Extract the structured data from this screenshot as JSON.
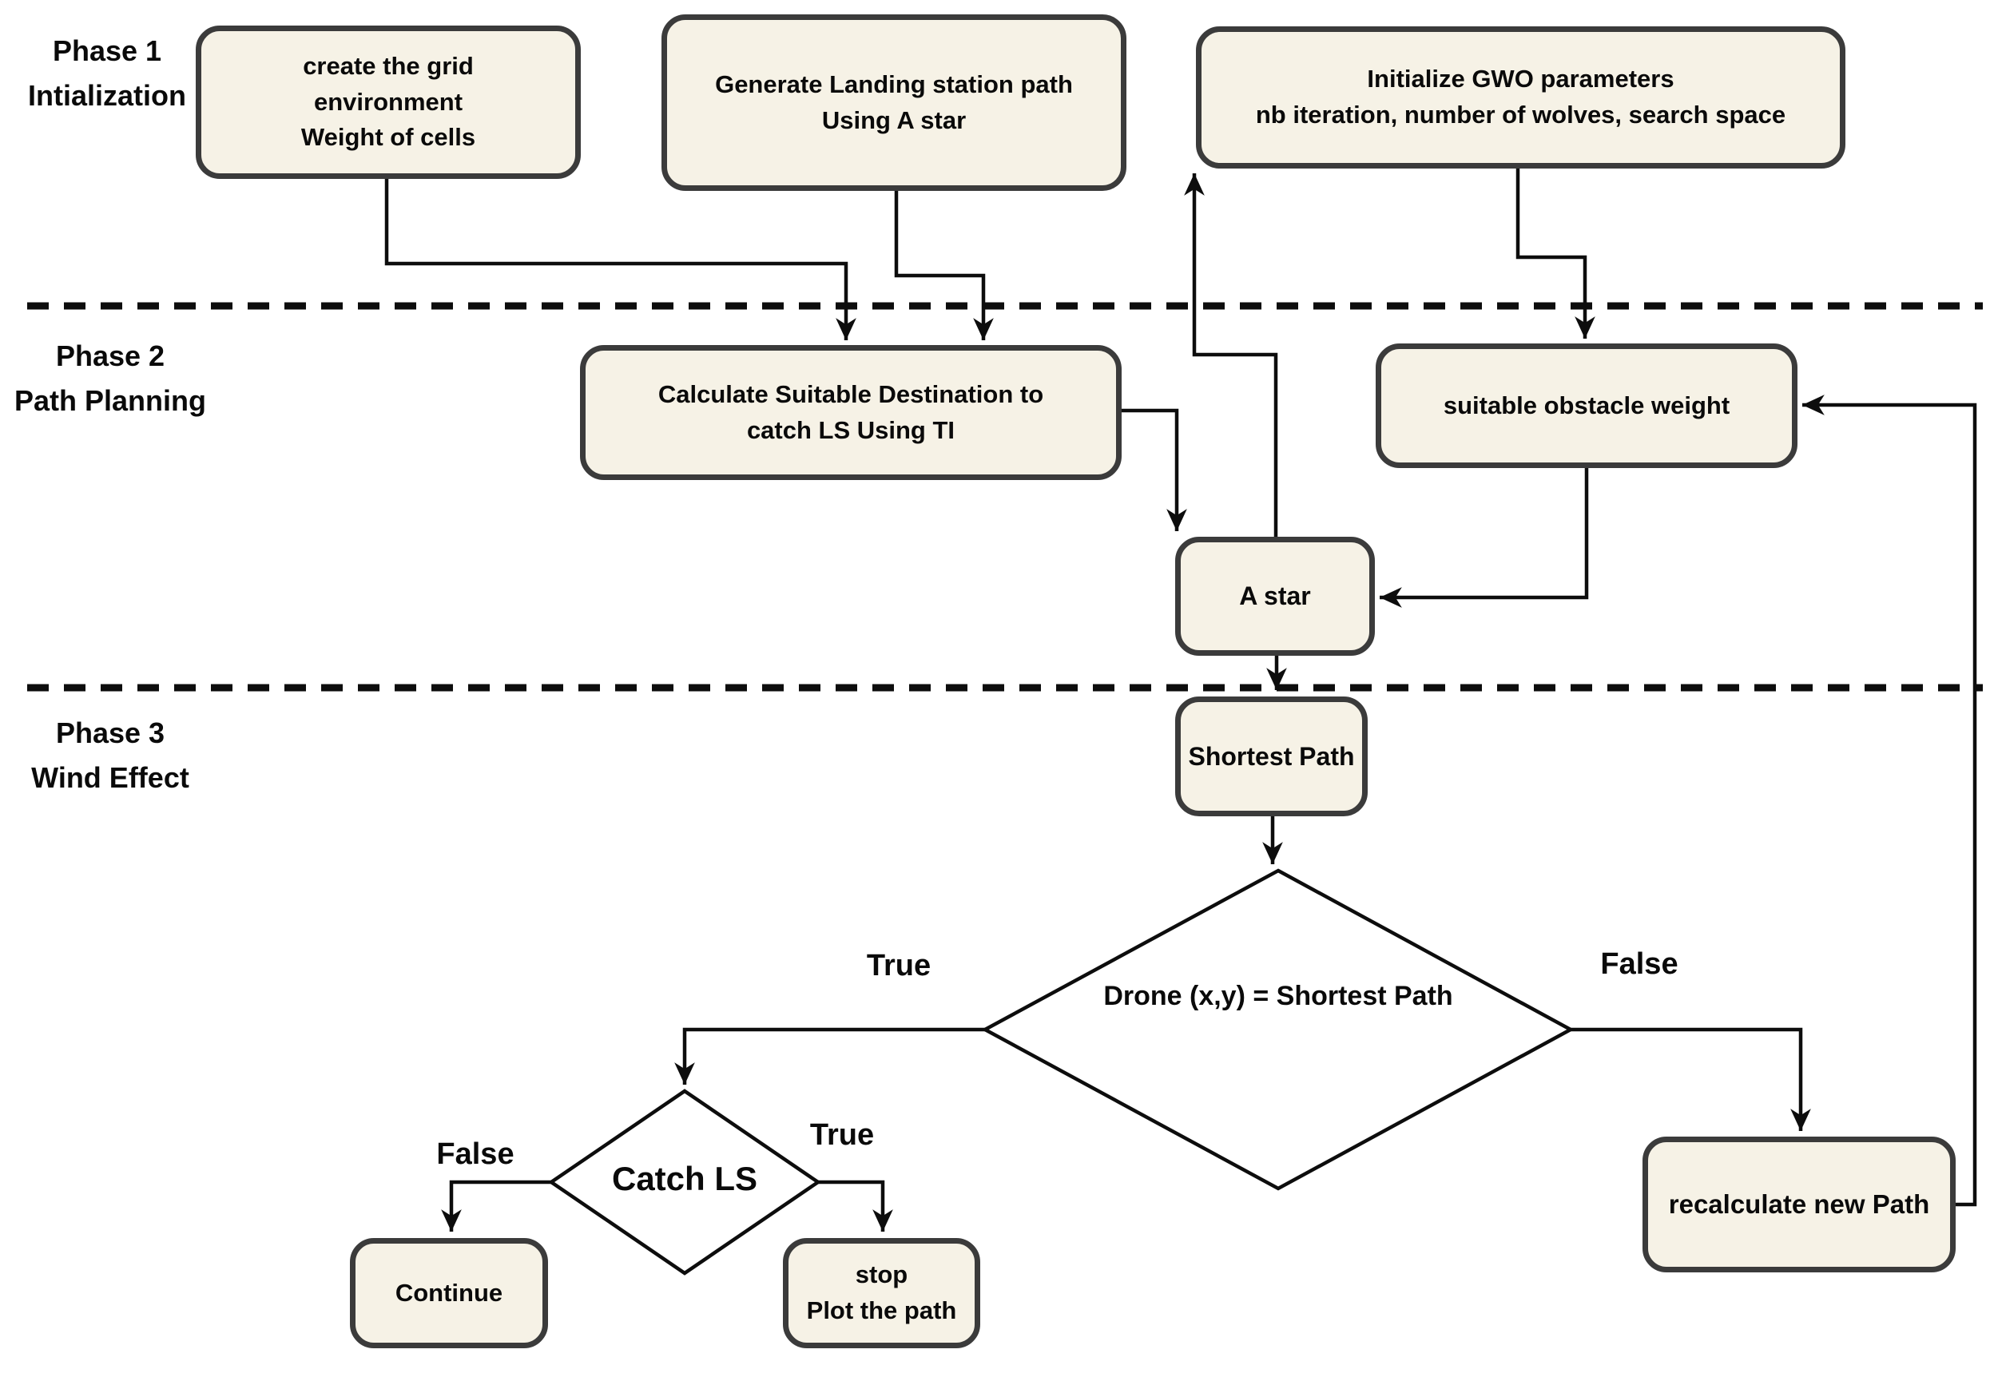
{
  "phases": [
    {
      "line1": "Phase 1",
      "line2": "Intialization"
    },
    {
      "line1": "Phase 2",
      "line2": "Path Planning"
    },
    {
      "line1": "Phase 3",
      "line2": "Wind Effect"
    }
  ],
  "nodes": {
    "create_grid": {
      "lines": [
        "create the grid",
        "environment",
        "Weight of cells"
      ]
    },
    "generate_ls_path": {
      "lines": [
        "Generate Landing station path",
        "Using A star"
      ]
    },
    "init_gwo": {
      "lines": [
        "Initialize GWO parameters",
        "nb iteration, number of wolves, search space"
      ]
    },
    "calc_destination": {
      "lines": [
        "Calculate Suitable Destination to",
        "catch LS Using TI"
      ]
    },
    "obstacle_weight": {
      "lines": [
        "suitable obstacle weight"
      ]
    },
    "a_star": {
      "lines": [
        "A star"
      ]
    },
    "shortest_path": {
      "lines": [
        "Shortest Path"
      ]
    },
    "drone_check": {
      "label": "Drone (x,y) = Shortest Path"
    },
    "catch_ls": {
      "label": "Catch LS"
    },
    "continue_node": {
      "lines": [
        "Continue"
      ]
    },
    "stop_plot": {
      "lines": [
        "stop",
        "Plot the path"
      ]
    },
    "recalculate": {
      "lines": [
        "recalculate new Path"
      ]
    }
  },
  "edge_labels": {
    "drone_true": "True",
    "drone_false": "False",
    "catch_false": "False",
    "catch_true": "True"
  },
  "colors": {
    "node_fill": "#f6f2e6",
    "node_border": "#3b3b3b",
    "line": "#0d0d0d",
    "diamond_fill": "#ffffff",
    "text": "#0a0a0a",
    "background": "#ffffff"
  }
}
